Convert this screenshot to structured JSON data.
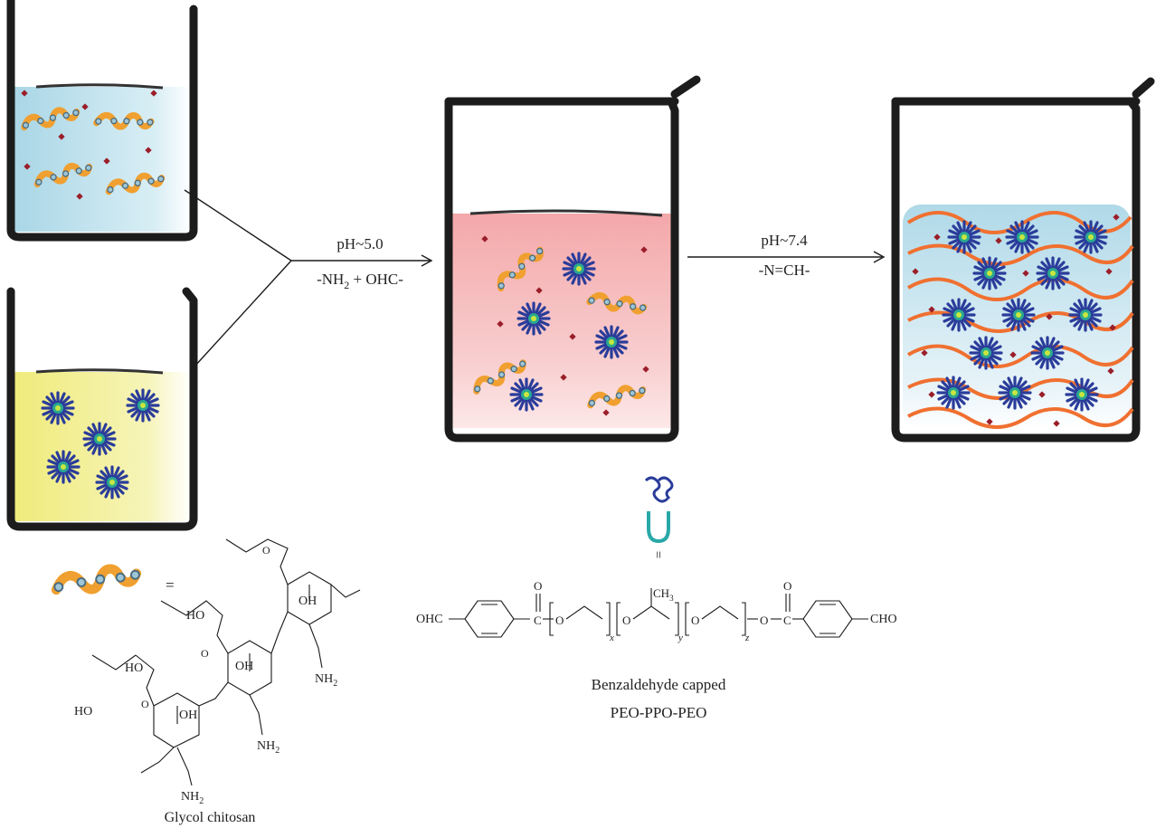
{
  "arrows": {
    "step1_top": "pH~5.0",
    "step1_bottom_prefix": "-NH",
    "step1_bottom_sub": "2",
    "step1_bottom_suffix": " + OHC-",
    "step2_top": "pH~7.4",
    "step2_bottom": "-N=CH-"
  },
  "legend": {
    "chain_equals": "=",
    "micelle_equals": "="
  },
  "glycol_chitosan": {
    "name": "Glycol chitosan",
    "groups": {
      "ho1": "HO",
      "ho2": "HO",
      "ho3": "HO",
      "oh1": "OH",
      "oh2": "OH",
      "oh3": "OH",
      "nh1": "NH",
      "nh2": "NH",
      "nh3": "NH",
      "sub2": "2",
      "o": "O"
    }
  },
  "peo_ppo_peo": {
    "name_line1": "Benzaldehyde capped",
    "name_line2": "PEO-PPO-PEO",
    "groups": {
      "ohc": "OHC",
      "cho": "CHO",
      "ch3": "CH",
      "sub3": "3",
      "o": "O",
      "c": "C",
      "x": "x",
      "y": "y",
      "z": "z"
    }
  }
}
